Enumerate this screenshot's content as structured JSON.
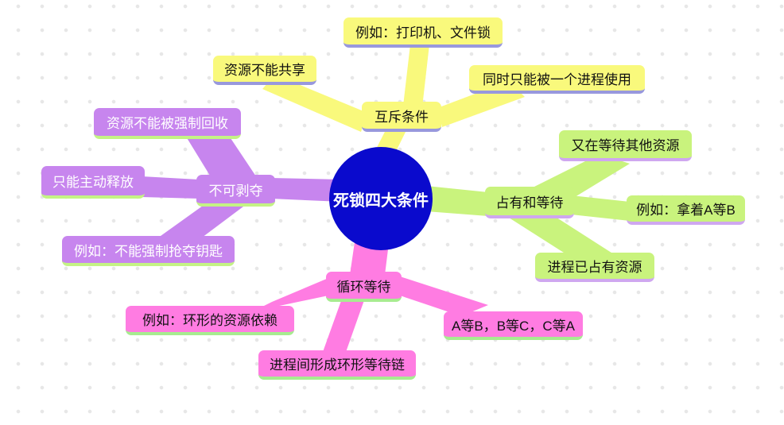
{
  "title": "死锁四大条件",
  "colors": {
    "center_fill": "#0a0acd",
    "center_text": "#ffffff",
    "mutex_fill": "#f9f97c",
    "mutex_underline": "#9898dd",
    "hold_fill": "#c9f37d",
    "hold_underline": "#cfa7f0",
    "nopreempt_fill": "#c785ee",
    "nopreempt_underline": "#c4f385",
    "circular_fill": "#ff7ce2",
    "circular_underline": "#a7ec90"
  },
  "branches": [
    {
      "label": "互斥条件",
      "children": [
        "资源不能共享",
        "例如：打印机、文件锁",
        "同时只能被一个进程使用"
      ]
    },
    {
      "label": "占有和等待",
      "children": [
        "又在等待其他资源",
        "例如：拿着A等B",
        "进程已占有资源"
      ]
    },
    {
      "label": "不可剥夺",
      "children": [
        "资源不能被强制回收",
        "只能主动释放",
        "例如：不能强制抢夺钥匙"
      ]
    },
    {
      "label": "循环等待",
      "children": [
        "例如：环形的资源依赖",
        "进程间形成环形等待链",
        "A等B，B等C，C等A"
      ]
    }
  ]
}
